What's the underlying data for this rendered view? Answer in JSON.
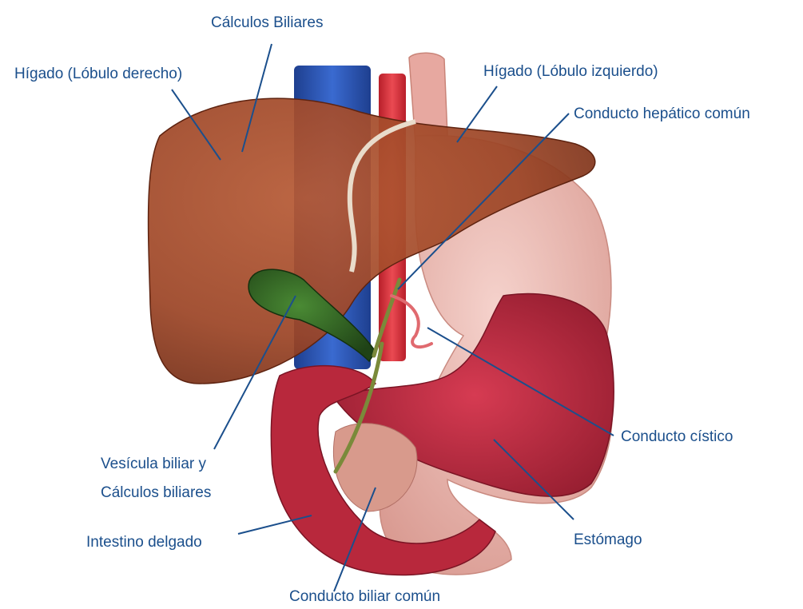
{
  "labels": {
    "calculos_biliares": "Cálculos Biliares",
    "higado_derecho": "Hígado (Lóbulo derecho)",
    "higado_izquierdo": "Hígado (Lóbulo izquierdo)",
    "conducto_hepatico": "Conducto hepático común",
    "conducto_cistico": "Conducto cístico",
    "vesicula_line1": "Vesícula biliar y",
    "vesicula_line2": "Cálculos biliares",
    "intestino": "Intestino delgado",
    "estomago": "Estómago",
    "conducto_biliar": "Conducto biliar común"
  },
  "colors": {
    "label_text": "#1b4f8c",
    "leader_line": "#1b4f8c",
    "liver": "#9c4526",
    "liver_dark": "#6e2a14",
    "gallbladder": "#2f5e22",
    "stomach_outer": "#e8b6ad",
    "stomach_inner": "#b8283c",
    "vein": "#2b55b0",
    "artery": "#d8323d",
    "esophagus": "#e7a8a0",
    "duct": "#7a8a3a"
  }
}
